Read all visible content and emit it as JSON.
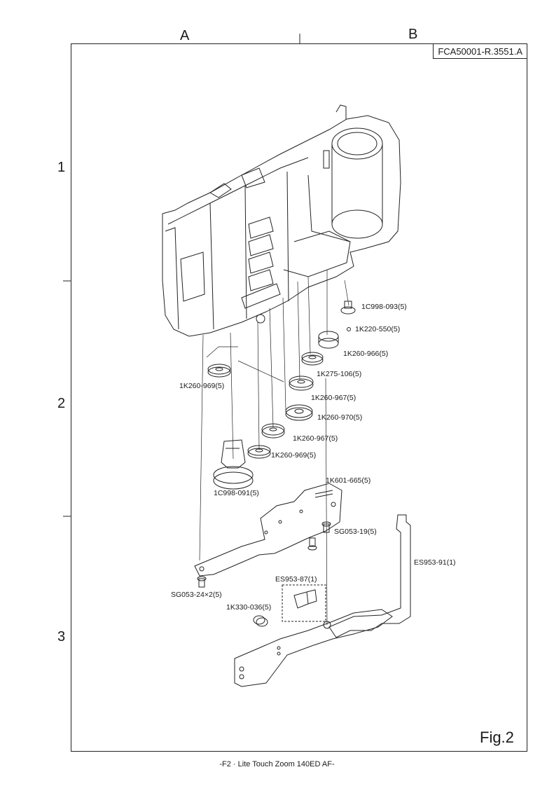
{
  "columns": [
    "A",
    "B"
  ],
  "rows": [
    "1",
    "2",
    "3"
  ],
  "doc_id": "FCA50001-R.3551.A",
  "figure_label": "Fig.2",
  "footer": "-F2 · Lite Touch Zoom 140ED AF-",
  "parts": {
    "p1C998_093": "1C998-093(5)",
    "p1K220_550": "1K220-550(5)",
    "p1K260_966": "1K260-966(5)",
    "p1K275_106": "1K275-106(5)",
    "p1K260_969a": "1K260-969(5)",
    "p1K260_967a": "1K260-967(5)",
    "p1K260_970": "1K260-970(5)",
    "p1K260_967b": "1K260-967(5)",
    "p1K260_969b": "1K260-969(5)",
    "p1C998_091": "1C998-091(5)",
    "p1K601_665": "1K601-665(5)",
    "pSG053_19": "SG053-19(5)",
    "pES953_91": "ES953-91(1)",
    "pES953_87": "ES953-87(1)",
    "pSG053_24": "SG053-24×2(5)",
    "p1K330_036": "1K330-036(5)"
  }
}
